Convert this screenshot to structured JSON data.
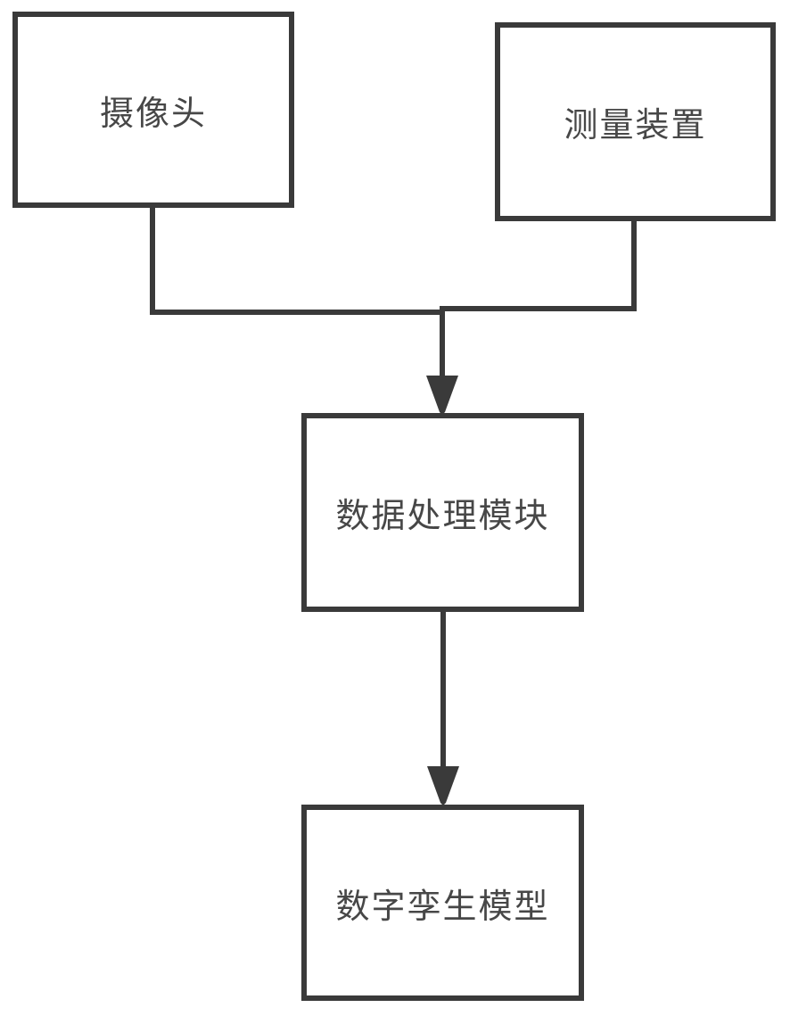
{
  "diagram": {
    "kind": "flowchart",
    "background_color": "#ffffff",
    "line_color": "#3a3a3a",
    "text_color": "#474747"
  },
  "nodes": [
    {
      "id": "camera",
      "label": "摄像头"
    },
    {
      "id": "measuring-device",
      "label": "测量装置"
    },
    {
      "id": "data-processing-module",
      "label": "数据处理模块"
    },
    {
      "id": "digital-twin-model",
      "label": "数字孪生模型"
    }
  ],
  "edges": [
    {
      "from": "camera",
      "to": "data-processing-module",
      "arrow": true
    },
    {
      "from": "measuring-device",
      "to": "data-processing-module",
      "arrow": true
    },
    {
      "from": "data-processing-module",
      "to": "digital-twin-model",
      "arrow": true
    }
  ]
}
